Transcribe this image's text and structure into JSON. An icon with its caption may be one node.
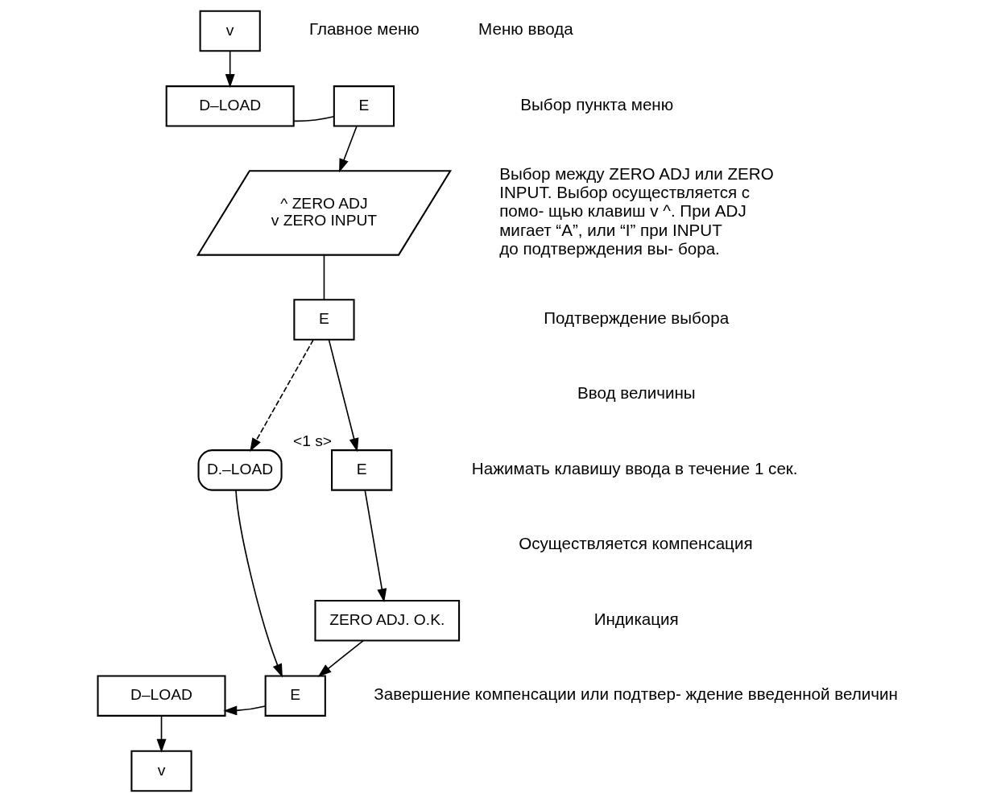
{
  "diagram": {
    "nodes": [
      {
        "text": [
          "v"
        ]
      },
      {
        "text": [
          "D–LOAD"
        ]
      },
      {
        "text": [
          "E"
        ]
      },
      {
        "text": [
          "^ ZERO ADJ",
          "v ZERO INPUT"
        ]
      },
      {
        "text": [
          "E"
        ]
      },
      {
        "text": [
          "D.–LOAD"
        ]
      },
      {
        "text": [
          "E"
        ],
        "beside": [
          "<1 s>"
        ]
      },
      {
        "text": [
          "ZERO ADJ. O.K."
        ]
      },
      {
        "text": [
          "E"
        ]
      },
      {
        "text": [
          "D–LOAD"
        ]
      },
      {
        "text": [
          "v"
        ]
      }
    ],
    "edges": [
      {
        "from": 0,
        "to": 1,
        "arrow": "to"
      },
      {
        "from": 1,
        "to": 2,
        "arrow": "none"
      },
      {
        "from": 2,
        "to": 3,
        "arrow": "to"
      },
      {
        "from": 3,
        "to": 4,
        "arrow": "none"
      },
      {
        "from": 4,
        "to": 5,
        "arrow": "to",
        "style": "dashed"
      },
      {
        "from": 4,
        "to": 6,
        "arrow": "to"
      },
      {
        "from": 6,
        "to": 7,
        "arrow": "to"
      },
      {
        "from": 7,
        "to": 8,
        "arrow": "to"
      },
      {
        "from": 5,
        "to": 8,
        "arrow": "to"
      },
      {
        "from": 8,
        "to": 9,
        "arrow": "to"
      },
      {
        "from": 9,
        "to": 10,
        "arrow": "to"
      }
    ],
    "labels": [
      "Главное меню",
      "Меню ввода",
      "Выбор пункта меню",
      "Выбор между ZERO ADJ или ZERO INPUT. Выбор осуществляется с помо- щью клавиш v ^. При ADJ мигает “A”, или “I” при INPUT до подтверждения вы- бора.",
      "Подтверждение выбора",
      "Ввод величины",
      "Нажимать клавишу ввода в течение 1 сек.",
      "Осуществляется компенсация",
      "Индикация",
      "Завершение компенсации или подтвер- ждение введенной величин"
    ]
  }
}
